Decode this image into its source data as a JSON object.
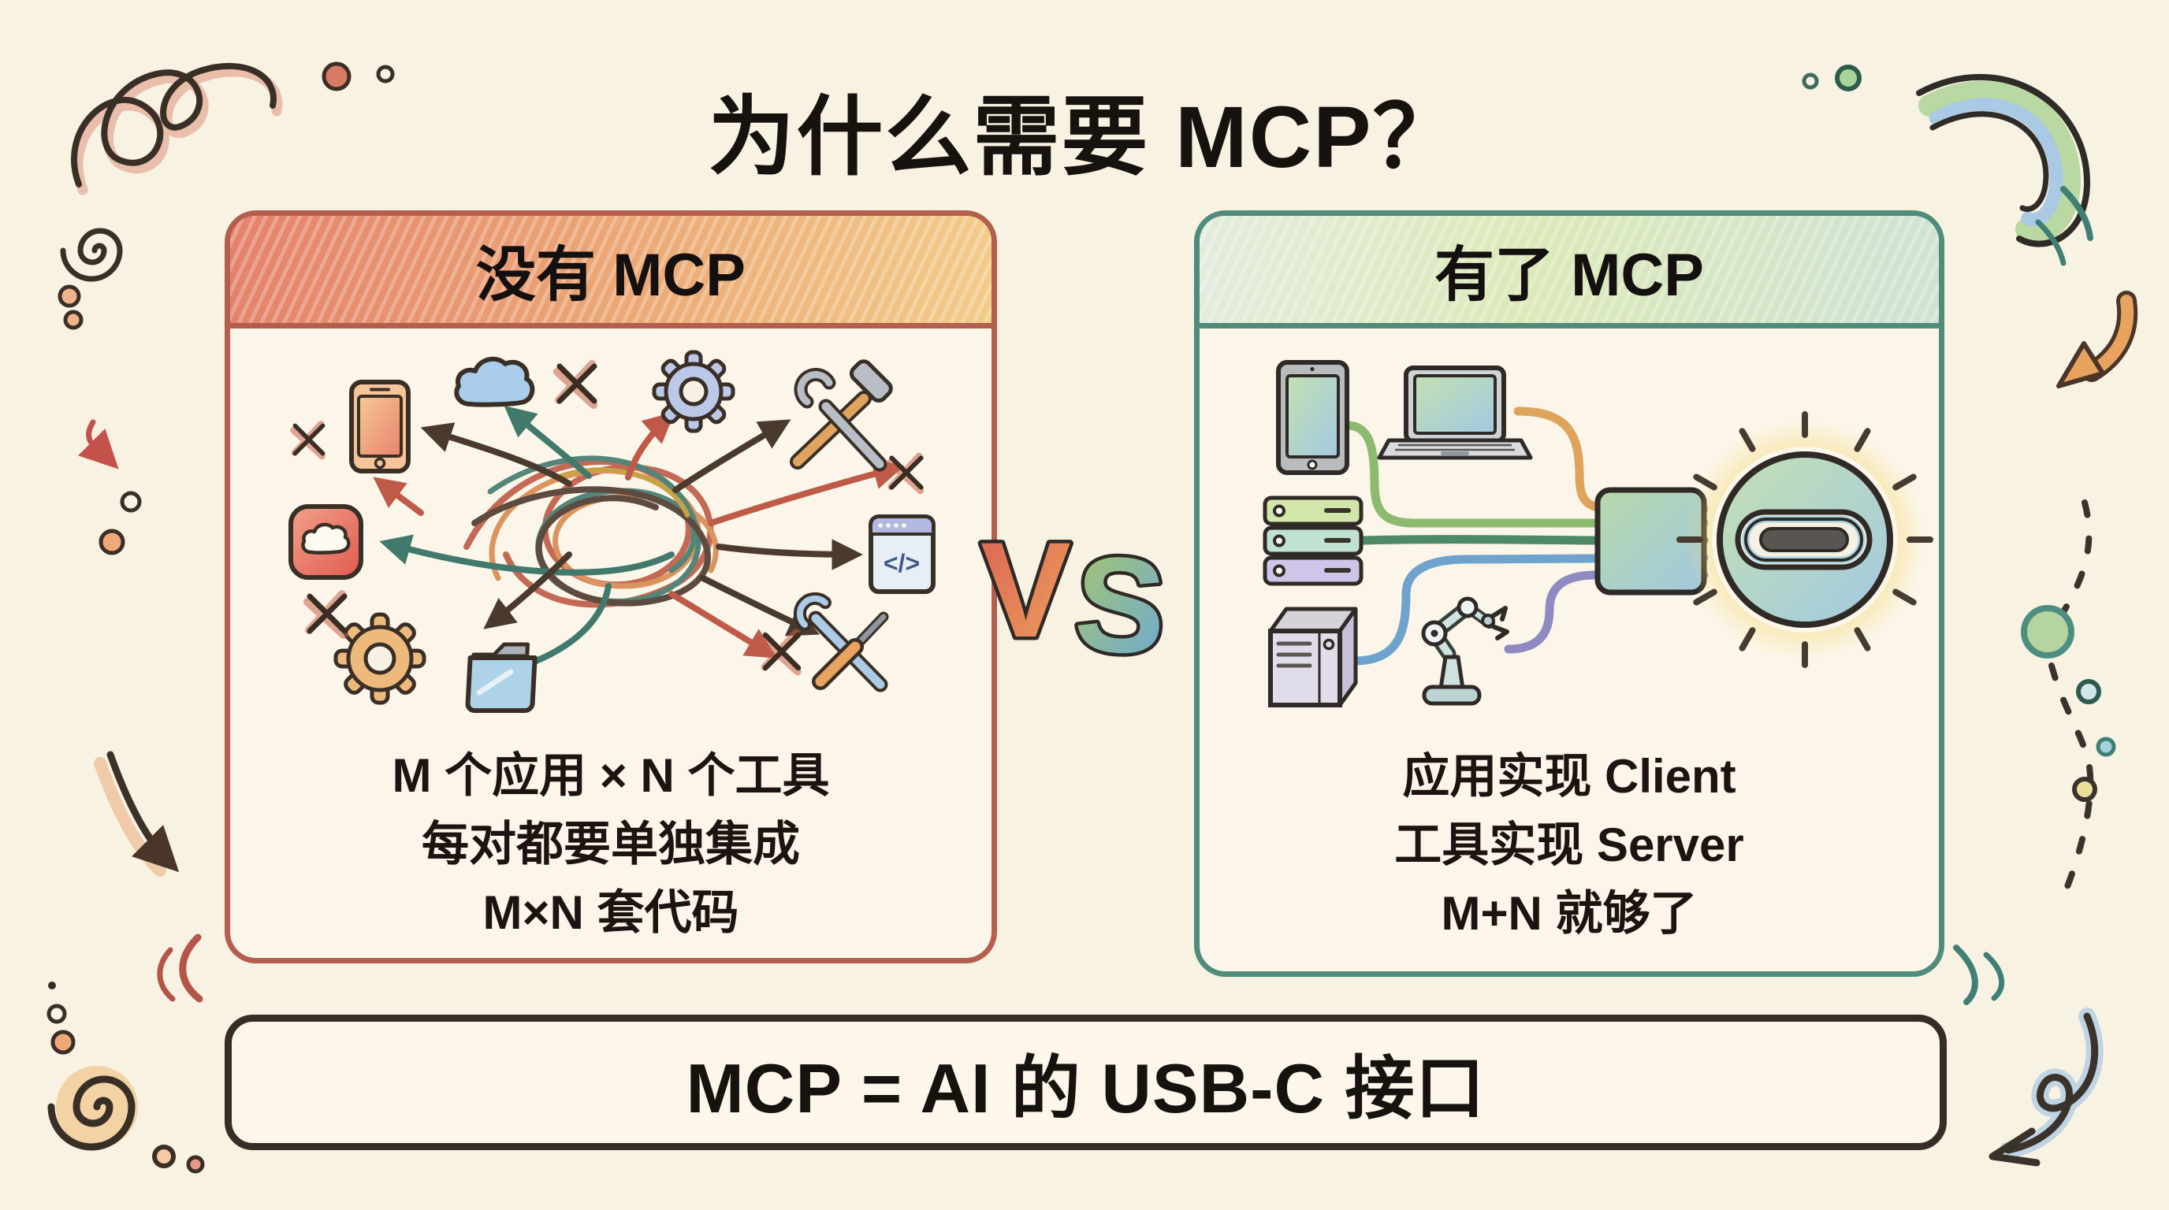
{
  "title": "为什么需要 MCP？",
  "comparison": {
    "vs_letters": [
      "V",
      "S"
    ],
    "left_panel": {
      "header": "没有 MCP",
      "caption_lines": [
        "M 个应用 × N 个工具",
        "每对都要单独集成",
        "M×N 套代码"
      ],
      "code_icon_label": "</>",
      "icons": [
        "smartphone-icon",
        "cloud-icon",
        "gear-icon",
        "hammer-wrench-icon",
        "app-cloud-icon",
        "orange-gear-icon",
        "folder-icon",
        "code-window-icon",
        "screwdriver-wrench-icon",
        "x-mark-icon",
        "tangle-scribble"
      ]
    },
    "right_panel": {
      "header": "有了 MCP",
      "caption_lines": [
        "应用实现 Client",
        "工具实现 Server",
        "M+N 就够了"
      ],
      "icons": [
        "tablet-icon",
        "laptop-icon",
        "server-stack-icon",
        "tower-pc-icon",
        "robot-arm-icon",
        "connector-plug-icon",
        "usb-c-port-icon"
      ]
    }
  },
  "banner": {
    "text": "MCP = AI 的 USB-C 接口"
  },
  "colors": {
    "background": "#f8f2e3",
    "ink": "#3a2f26",
    "left_panel_border": "#b45f4d",
    "left_header_gradient": [
      "#e4826b",
      "#f2cc8a"
    ],
    "right_panel_border": "#4f8c7c",
    "right_header_gradient": [
      "#e3ecdd",
      "#cfe2d4"
    ],
    "banner_border": "#372d26",
    "vs_v_gradient": [
      "#d96452",
      "#efa25e"
    ],
    "vs_s_gradient": [
      "#a8c66a",
      "#6aa9d8"
    ],
    "usb_glow": "#f5d97a",
    "cable_colors": [
      "#dfa45c",
      "#8cba6e",
      "#4f8a66",
      "#6fa3cd",
      "#8f8ac2"
    ]
  }
}
